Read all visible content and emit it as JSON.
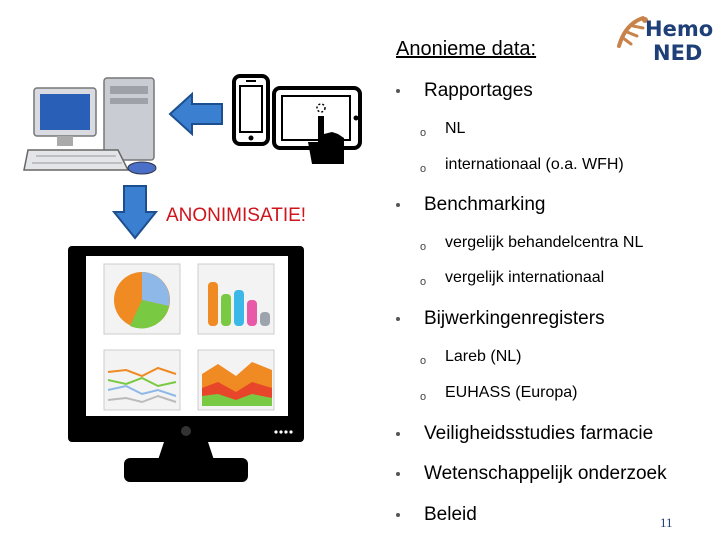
{
  "slide": {
    "title": "Anonieme data:",
    "anonymization_label": "ANONIMISATIE!",
    "page_number": "11",
    "logo": {
      "line1": "Hemo",
      "line2": "NED"
    }
  },
  "bullets": [
    {
      "text": "Rapportages",
      "sub": [
        "NL",
        "internationaal (o.a. WFH)"
      ]
    },
    {
      "text": "Benchmarking",
      "sub": [
        "vergelijk behandelcentra NL",
        "vergelijk internationaal"
      ]
    },
    {
      "text": "Bijwerkingenregisters",
      "sub": [
        "Lareb (NL)",
        "EUHASS (Europa)"
      ]
    },
    {
      "text": "Veiligheidsstudies farmacie",
      "sub": []
    },
    {
      "text": "Wetenschappelijk onderzoek",
      "sub": []
    },
    {
      "text": "Beleid",
      "sub": []
    }
  ],
  "colors": {
    "accent_red": "#d0141c",
    "logo_blue": "#1f3f78",
    "arrow_blue": "#3a7fd0"
  },
  "icons": [
    "desktop-computer-icon",
    "smartphone-icon",
    "tablet-touch-icon",
    "arrow-left-icon",
    "arrow-down-icon",
    "monitor-dashboard-icon"
  ]
}
